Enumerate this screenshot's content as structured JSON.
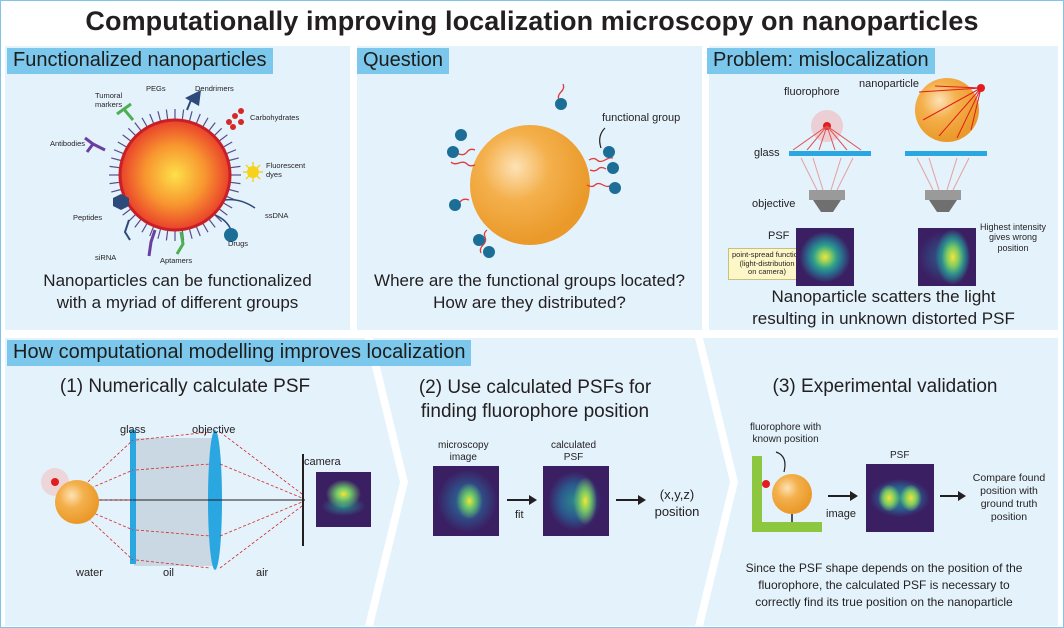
{
  "title": "Computationally improving localization microscopy on nanoparticles",
  "panel1": {
    "heading": "Functionalized nanoparticles",
    "labels": {
      "tumoral": "Tumoral\nmarkers",
      "pegs": "PEGs",
      "dendrimers": "Dendrimers",
      "carbohydrates": "Carbohydrates",
      "antibodies": "Antibodies",
      "fluorescent": "Fluorescent\ndyes",
      "peptides": "Peptides",
      "ssdna": "ssDNA",
      "sirna": "siRNA",
      "drugs": "Drugs",
      "aptamers": "Aptamers"
    },
    "caption": "Nanoparticles can be functionalized\nwith a myriad of different groups"
  },
  "panel2": {
    "heading": "Question",
    "functional_group": "functional group",
    "caption": "Where are the functional groups located?\nHow are they distributed?"
  },
  "panel3": {
    "heading": "Problem: mislocalization",
    "fluorophore": "fluorophore",
    "nanoparticle": "nanoparticle",
    "glass": "glass",
    "objective": "objective",
    "psf": "PSF",
    "psf_note": "point-spread function\n(light-distribution\non camera)",
    "highest": "Highest intensity\ngives wrong\nposition",
    "caption": "Nanoparticle scatters the light\nresulting in unknown distorted PSF"
  },
  "bottom": {
    "heading": "How computational modelling improves localization",
    "step1": {
      "title": "(1) Numerically calculate PSF",
      "glass": "glass",
      "objective": "objective",
      "camera": "camera",
      "water": "water",
      "oil": "oil",
      "air": "air"
    },
    "step2": {
      "title": "(2) Use calculated PSFs for\nfinding fluorophore position",
      "microscopy": "microscopy\nimage",
      "calculated": "calculated\nPSF",
      "fit": "fit",
      "position": "(x,y,z)\nposition"
    },
    "step3": {
      "title": "(3) Experimental validation",
      "fluoro": "fluorophore with\nknown position",
      "psf": "PSF",
      "image": "image",
      "compare": "Compare found\nposition with\nground truth\nposition",
      "caption": "Since the PSF shape depends on the position of the\nfluorophore, the calculated PSF is necessary to\ncorrectly find its true position on the nanoparticle"
    }
  },
  "colors": {
    "panel_bg": "#e3f2fb",
    "heading_bg": "#7cc8ec",
    "particle": "#f0a537",
    "glass": "#2aa6e0",
    "functional": "#1d6e96"
  }
}
